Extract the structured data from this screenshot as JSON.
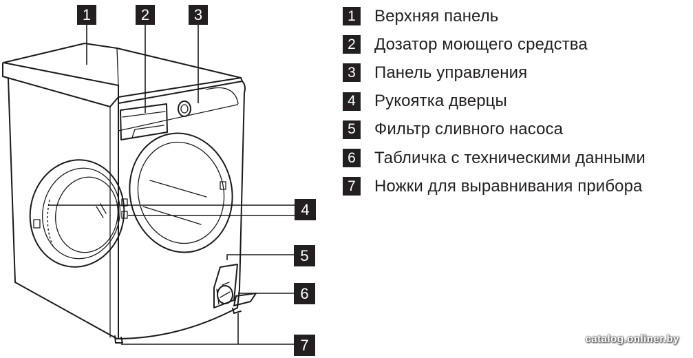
{
  "callouts": [
    "1",
    "2",
    "3",
    "4",
    "5",
    "6",
    "7"
  ],
  "legend": [
    {
      "num": "1",
      "label": "Верхняя панель"
    },
    {
      "num": "2",
      "label": "Дозатор моющего средства"
    },
    {
      "num": "3",
      "label": "Панель управления"
    },
    {
      "num": "4",
      "label": "Рукоятка дверцы"
    },
    {
      "num": "5",
      "label": "Фильтр сливного насоса"
    },
    {
      "num": "6",
      "label": "Табличка с техническими данными"
    },
    {
      "num": "7",
      "label": "Ножки для выравнивания прибора"
    }
  ],
  "watermark": "catalog.onliner.by",
  "colors": {
    "ink": "#231f20",
    "background": "#ffffff"
  }
}
